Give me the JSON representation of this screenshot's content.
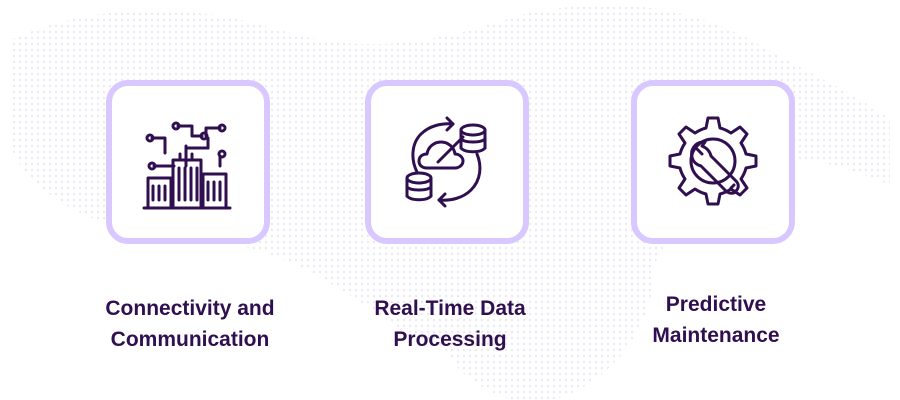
{
  "features": [
    {
      "label": "Connectivity and\nCommunication",
      "icon": "smart-city-network-icon"
    },
    {
      "label": "Real-Time Data\nProcessing",
      "icon": "cloud-data-sync-icon"
    },
    {
      "label": "Predictive\nMaintenance",
      "icon": "gear-wrench-icon"
    }
  ],
  "colors": {
    "accent_border": "#d9c7ff",
    "icon_stroke": "#2f0f4f",
    "label_text": "#2f0f4f",
    "background_map_dots": "#ece8f4"
  }
}
